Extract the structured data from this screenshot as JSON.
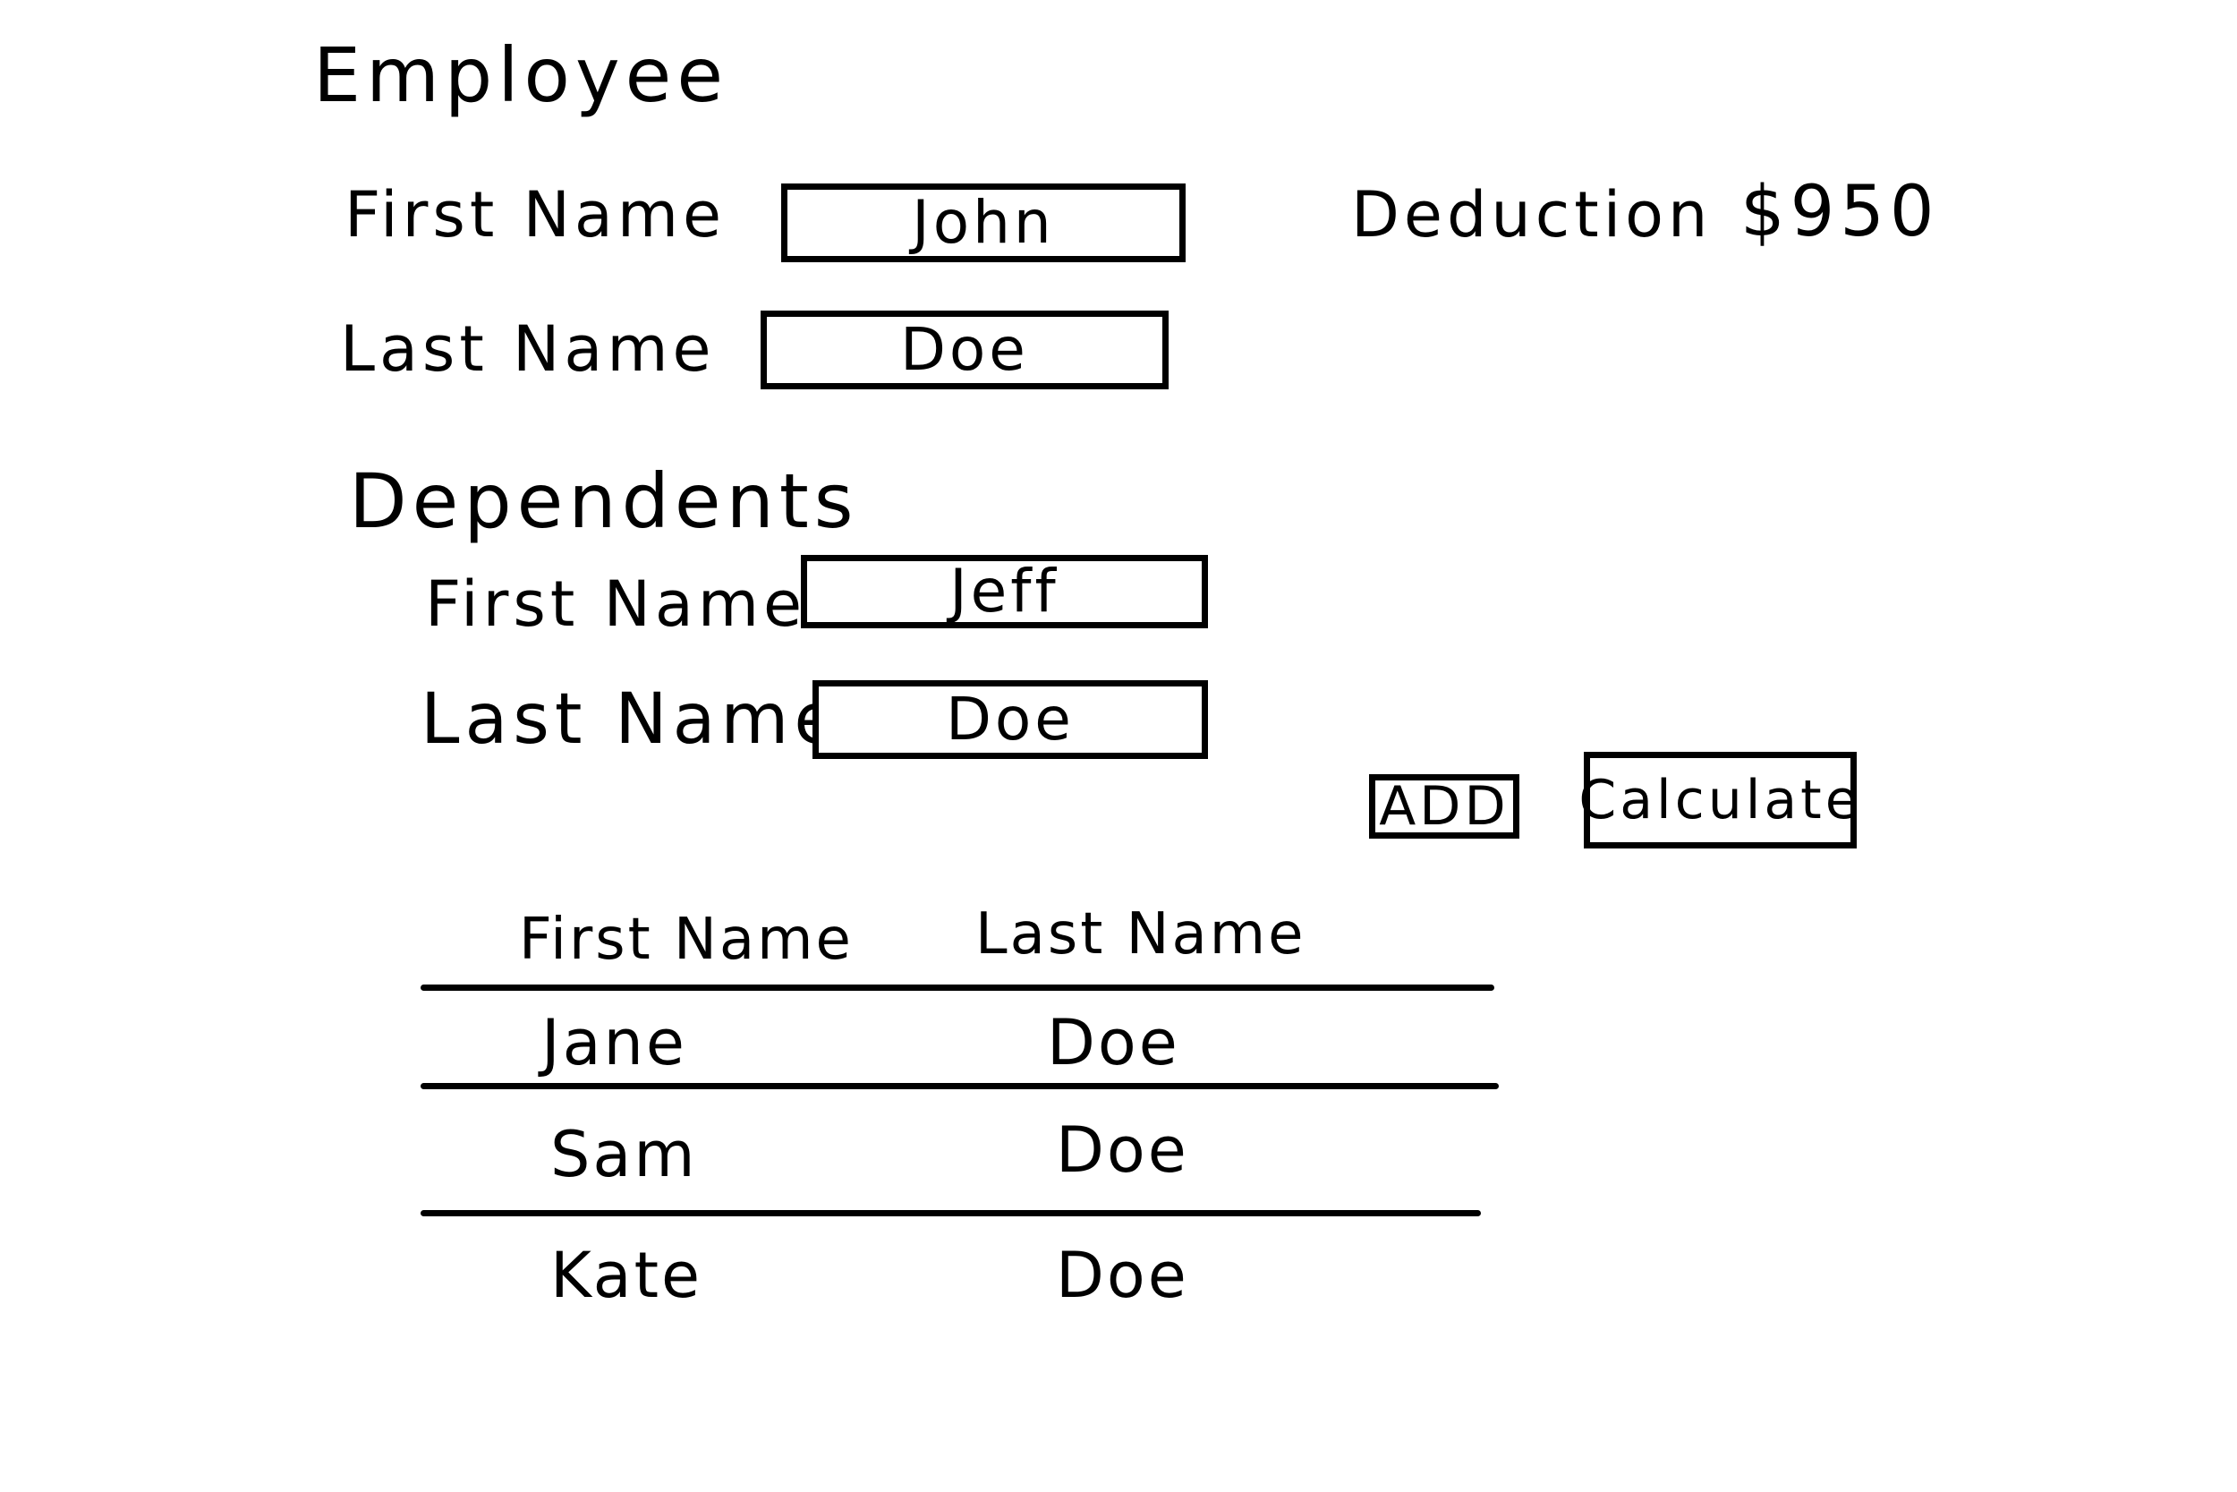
{
  "employee": {
    "heading": "Employee",
    "first_name_label": "First Name",
    "first_name_value": "John",
    "last_name_label": "Last Name",
    "last_name_value": "Doe"
  },
  "deduction": {
    "label": "Deduction",
    "value": "$950"
  },
  "dependents": {
    "heading": "Dependents",
    "first_name_label": "First Name",
    "first_name_value": "Jeff",
    "last_name_label": "Last Name",
    "last_name_value": "Doe"
  },
  "buttons": {
    "add_label": "ADD",
    "calculate_label": "Calculate"
  },
  "table": {
    "columns": [
      "First Name",
      "Last Name"
    ],
    "rows": [
      [
        "Jane",
        "Doe"
      ],
      [
        "Sam",
        "Doe"
      ],
      [
        "Kate",
        "Doe"
      ]
    ]
  }
}
